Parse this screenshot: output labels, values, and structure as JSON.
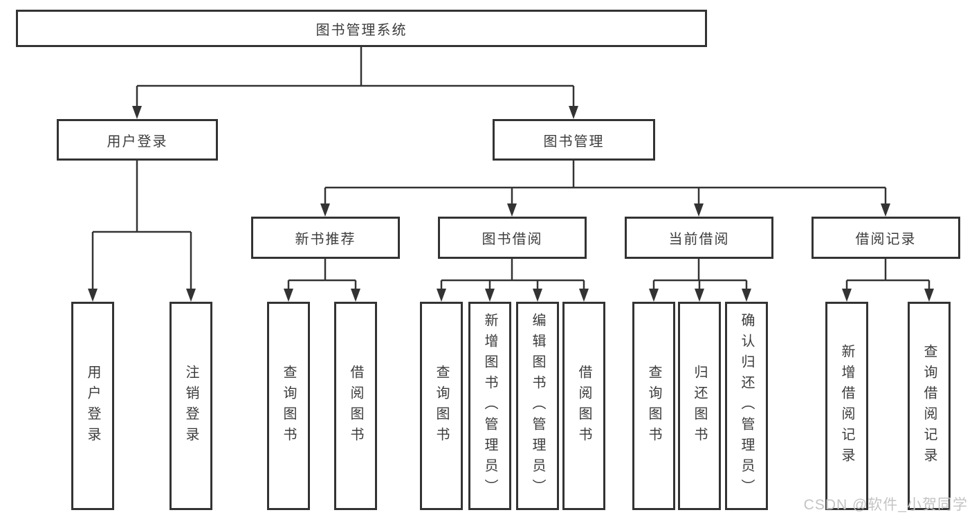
{
  "diagram": {
    "root": {
      "label": "图书管理系统"
    },
    "user_login": {
      "label": "用户登录",
      "children": [
        "用户登录",
        "注销登录"
      ]
    },
    "book_mgmt": {
      "label": "图书管理",
      "sections": {
        "new_books": {
          "label": "新书推荐",
          "children": [
            "查询图书",
            "借阅图书"
          ]
        },
        "borrowing": {
          "label": "图书借阅",
          "children": [
            "查询图书",
            "新增图书（管理员）",
            "编辑图书（管理员）",
            "借阅图书"
          ]
        },
        "current": {
          "label": "当前借阅",
          "children": [
            "查询图书",
            "归还图书",
            "确认归还（管理员）"
          ]
        },
        "records": {
          "label": "借阅记录",
          "children": [
            "新增借阅记录",
            "查询借阅记录"
          ]
        }
      }
    }
  },
  "watermark": "CSDN @软件_小贺同学",
  "colors": {
    "line": "#333333",
    "text": "#3c3c3c",
    "box_background": "#ffffff",
    "page_background": "#ffffff",
    "watermark": "#c4c4c4"
  }
}
